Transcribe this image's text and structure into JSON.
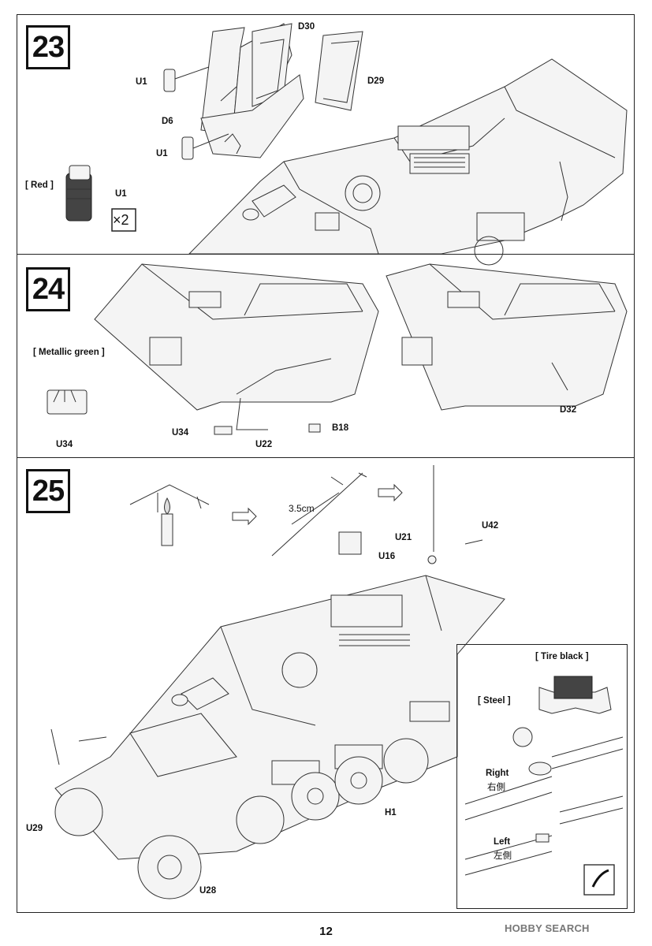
{
  "page": {
    "number": "12",
    "watermark": "HOBBY SEARCH"
  },
  "steps": [
    {
      "number": "23",
      "labels": {
        "d30": "D30",
        "d29": "D29",
        "u1_a": "U1",
        "d6": "D6",
        "u1_b": "U1",
        "u1_c": "U1"
      },
      "paint": "[ Red ]",
      "multiplier": "×2"
    },
    {
      "number": "24",
      "paint": "[ Metallic green ]",
      "labels": {
        "u34_a": "U34",
        "u34_b": "U34",
        "u22": "U22",
        "b18": "B18",
        "d32": "D32"
      }
    },
    {
      "number": "25",
      "measure": "3.5cm",
      "labels": {
        "u21": "U21",
        "u42": "U42",
        "u16": "U16",
        "h1": "H1",
        "u29": "U29",
        "u28": "U28"
      },
      "inset": {
        "tire_black": "[ Tire black ]",
        "steel": "[ Steel ]",
        "right_en": "Right",
        "right_jp": "右側",
        "left_en": "Left",
        "left_jp": "左側"
      }
    }
  ]
}
